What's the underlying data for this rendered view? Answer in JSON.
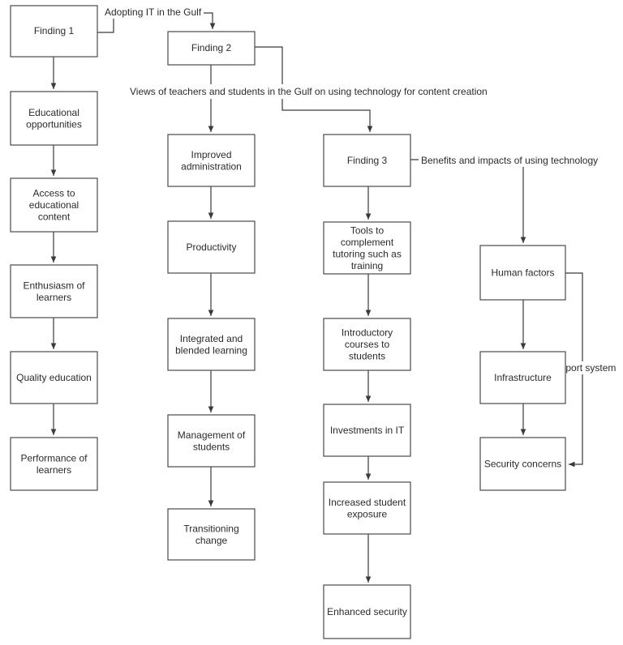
{
  "colors": {
    "background": "#ffffff",
    "box_stroke": "#4a4a4a",
    "line": "#3a3a3a",
    "text": "#2b2b2b"
  },
  "edge_labels": {
    "adopting": "Adopting IT in the Gulf",
    "views": "Views of teachers and students in the Gulf on using technology for content creation",
    "benefits": "Benefits and impacts of using technology",
    "support": "Support system"
  },
  "nodes": {
    "finding1": "Finding 1",
    "educational_opportunities": [
      "Educational",
      "opportunities"
    ],
    "access_content": [
      "Access to",
      "educational",
      "content"
    ],
    "enthusiasm": [
      "Enthusiasm of",
      "learners"
    ],
    "quality_education": [
      "Quality education"
    ],
    "performance": [
      "Performance of",
      "learners"
    ],
    "finding2": "Finding 2",
    "improved_admin": [
      "Improved",
      "administration"
    ],
    "productivity": [
      "Productivity"
    ],
    "integrated": [
      "Integrated and",
      "blended learning"
    ],
    "management": [
      "Management of",
      "students"
    ],
    "transitioning": [
      "Transitioning",
      "change"
    ],
    "finding3": "Finding 3",
    "tools": [
      "Tools to",
      "complement",
      "tutoring such as",
      "training"
    ],
    "introductory": [
      "Introductory",
      "courses to",
      "students"
    ],
    "investments": [
      "Investments in IT"
    ],
    "increased_exposure": [
      "Increased student",
      "exposure"
    ],
    "enhanced_security": [
      "Enhanced security"
    ],
    "human_factors": [
      "Human factors"
    ],
    "infrastructure": [
      "Infrastructure"
    ],
    "security_concerns": [
      "Security concerns"
    ]
  }
}
